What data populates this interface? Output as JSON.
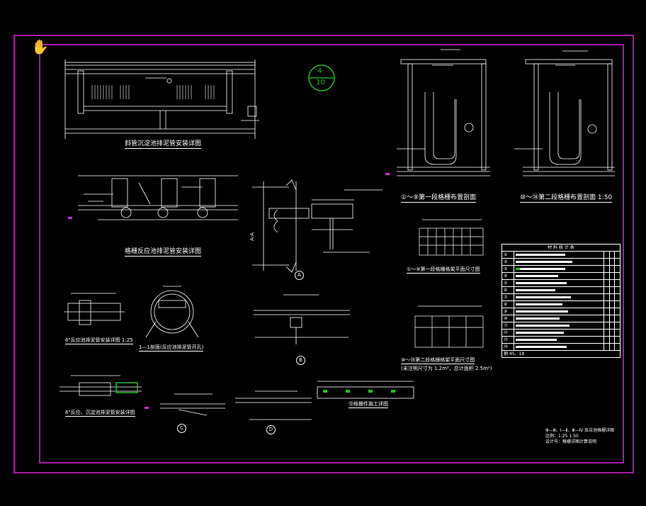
{
  "sheet_badge": {
    "top": "4",
    "bottom": "10"
  },
  "labels": {
    "main_plan": "斜管沉淀池排泥管安装详图",
    "reaction_plan": "格栅反应池排泥管安装详图",
    "section_1_9": "①～⑨第一段格栅布置剖面",
    "section_10_18": "⑩～⑱第二段格栅布置剖面 1:50",
    "plan_1_9": "①～⑨第一段格栅格架平面尺寸图",
    "plan_10_18": "⑩～⑱第二段格栅格架平面尺寸图",
    "detail_small": "6\"反应池排泥管安装详图 1:25",
    "section_1_1": "1—1剖面(反应池排泥管开孔)",
    "detail_bottom": "6\"反应、沉淀池排泥管安装详图",
    "grid_detail": "⑬格栅件施工详图",
    "detail_A": "A",
    "detail_B": "B",
    "detail_C": "C",
    "detail_D": "D",
    "label_a_rot": "A-A",
    "note_plan_10_18": "(未注明尺寸为 1.2m²，总计面积 2.5m²)"
  },
  "legend_table": {
    "title": "材 料 统 计 表",
    "rows": [
      "①",
      "②",
      "③",
      "④",
      "⑤",
      "⑥",
      "⑦",
      "⑧",
      "⑨",
      "⑩",
      "⑪",
      "⑫",
      "⑬",
      "⑭"
    ],
    "last_row": "钢 45、18"
  },
  "title_block": {
    "line1": "Φ—Ⅲ、Ⅰ—Ⅱ、Ⅲ—Ⅳ 反应池格栅详图",
    "line2": "比例：1:25 1:50",
    "line3": "设计号：格栅详图计算说明"
  },
  "colors": {
    "background": "#000000",
    "frame": "#e020e0",
    "line": "#ffffff",
    "accent": "#1cc51c"
  }
}
